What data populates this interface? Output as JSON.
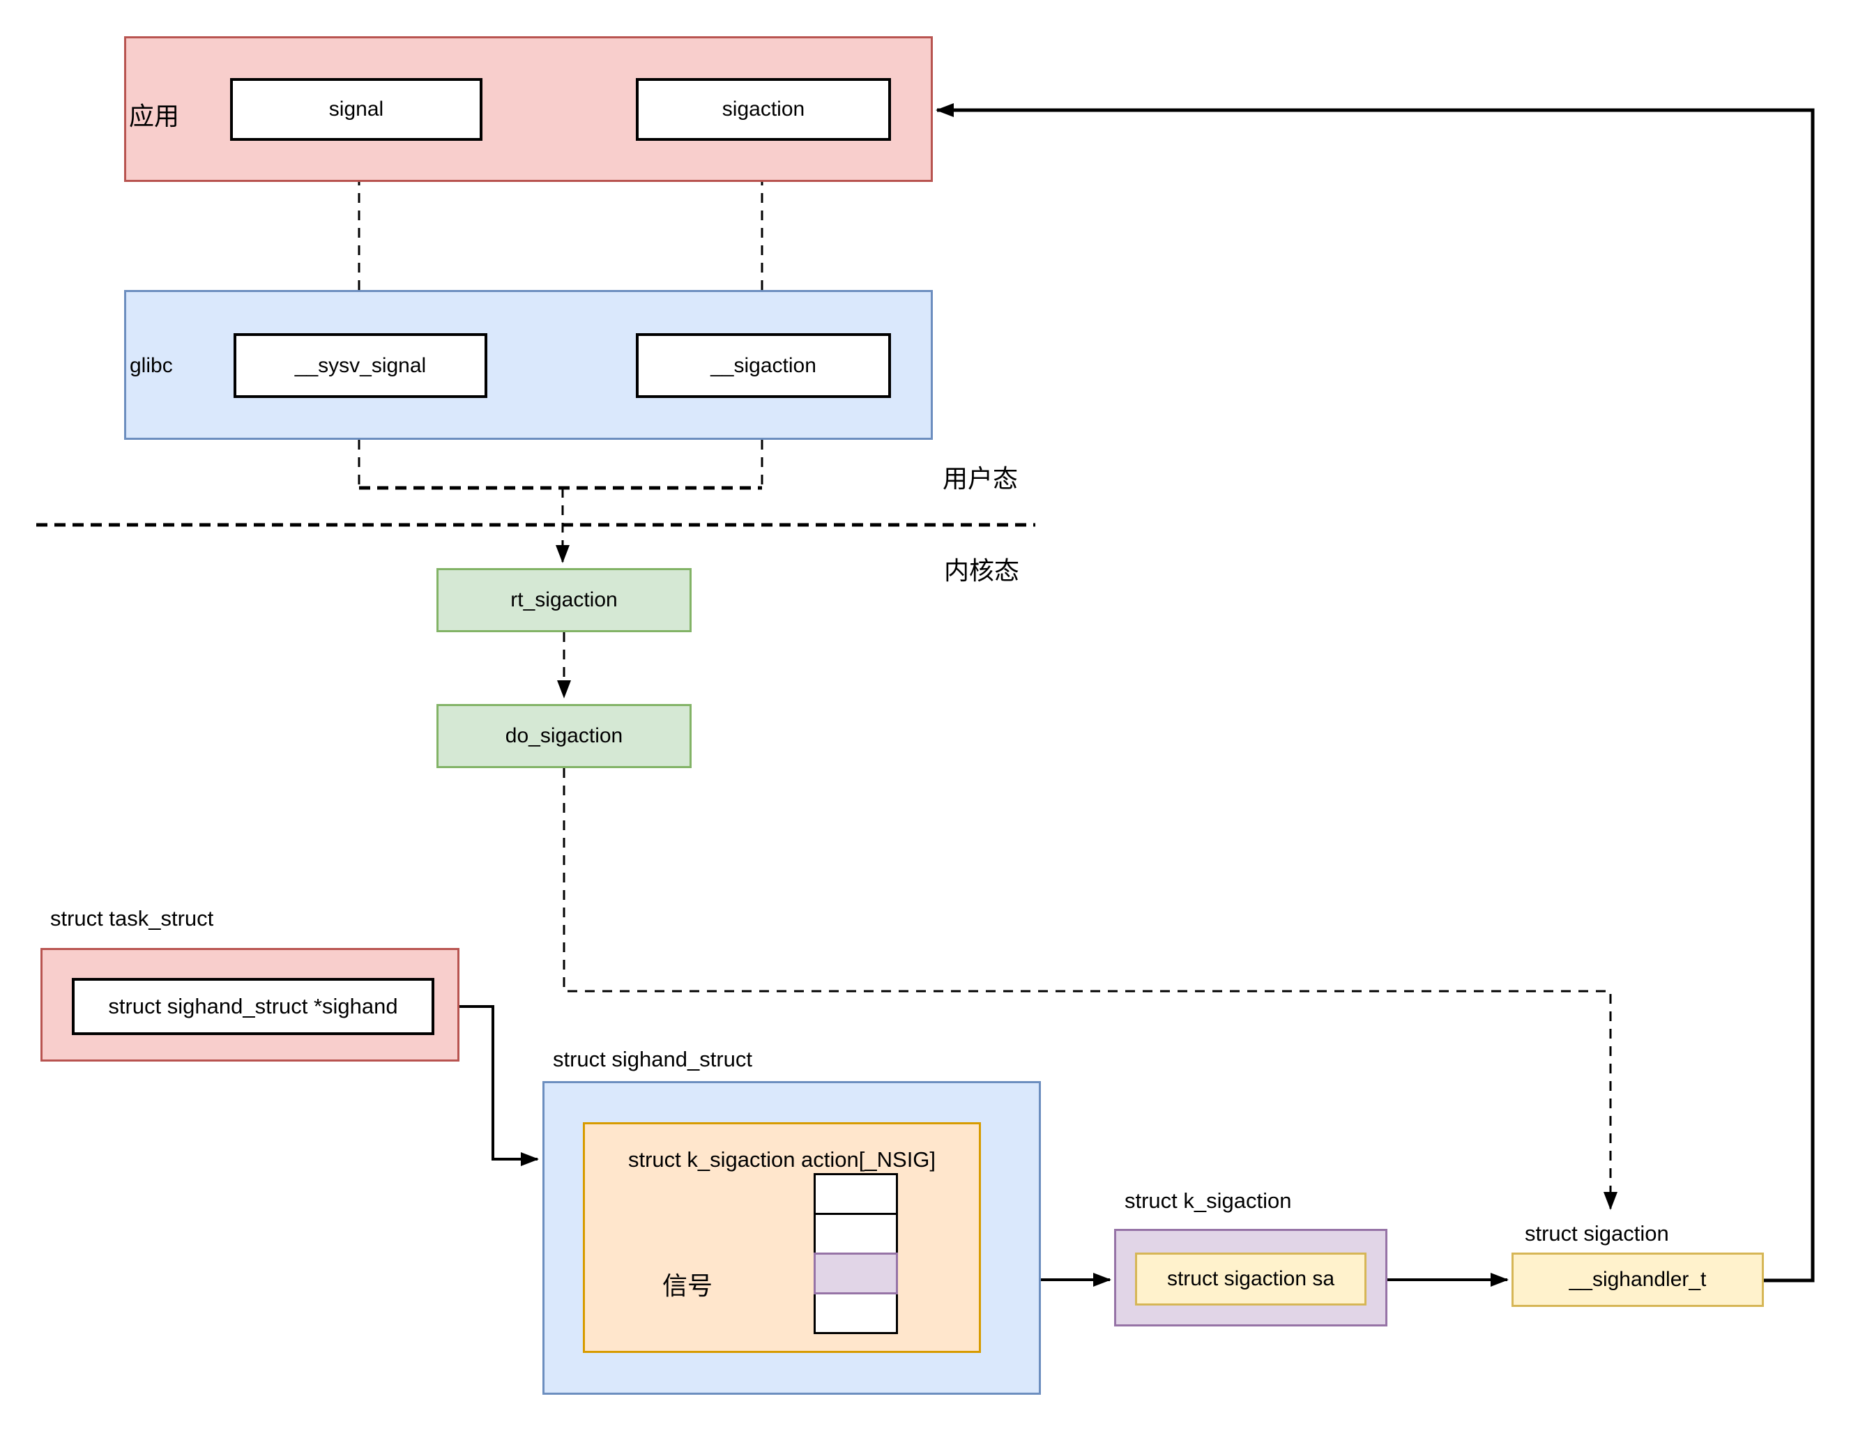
{
  "app": {
    "label": "应用",
    "signal": "signal",
    "sigaction": "sigaction"
  },
  "glibc": {
    "label": "glibc",
    "sysv_signal": "__sysv_signal",
    "sigaction": "__sigaction"
  },
  "modes": {
    "user": "用户态",
    "kernel": "内核态"
  },
  "kernel_calls": {
    "rt_sigaction": "rt_sigaction",
    "do_sigaction": "do_sigaction"
  },
  "task_struct": {
    "title": "struct task_struct",
    "pointer_field": "struct sighand_struct *sighand"
  },
  "sighand_struct": {
    "title": "struct sighand_struct",
    "array_title": "struct k_sigaction action[_NSIG]",
    "signal_label": "信号",
    "cell_count": 4,
    "highlighted_cell_index": 2
  },
  "k_sigaction": {
    "title": "struct k_sigaction",
    "field": "struct sigaction sa"
  },
  "sigaction_struct": {
    "title": "struct sigaction",
    "field": "__sighandler_t"
  },
  "colors": {
    "red_fill": "#f8cecc",
    "red_stroke": "#b85450",
    "blue_fill": "#dae8fc",
    "blue_stroke": "#6c8ebf",
    "green_fill": "#d5e8d4",
    "green_stroke": "#82b366",
    "orange_fill": "#ffe6cc",
    "orange_stroke": "#d79b00",
    "purple_fill": "#e1d5e7",
    "purple_stroke": "#9673a6",
    "yellow_fill": "#fff2cc",
    "yellow_stroke": "#d6b656",
    "line": "#000000",
    "background": "#ffffff"
  }
}
